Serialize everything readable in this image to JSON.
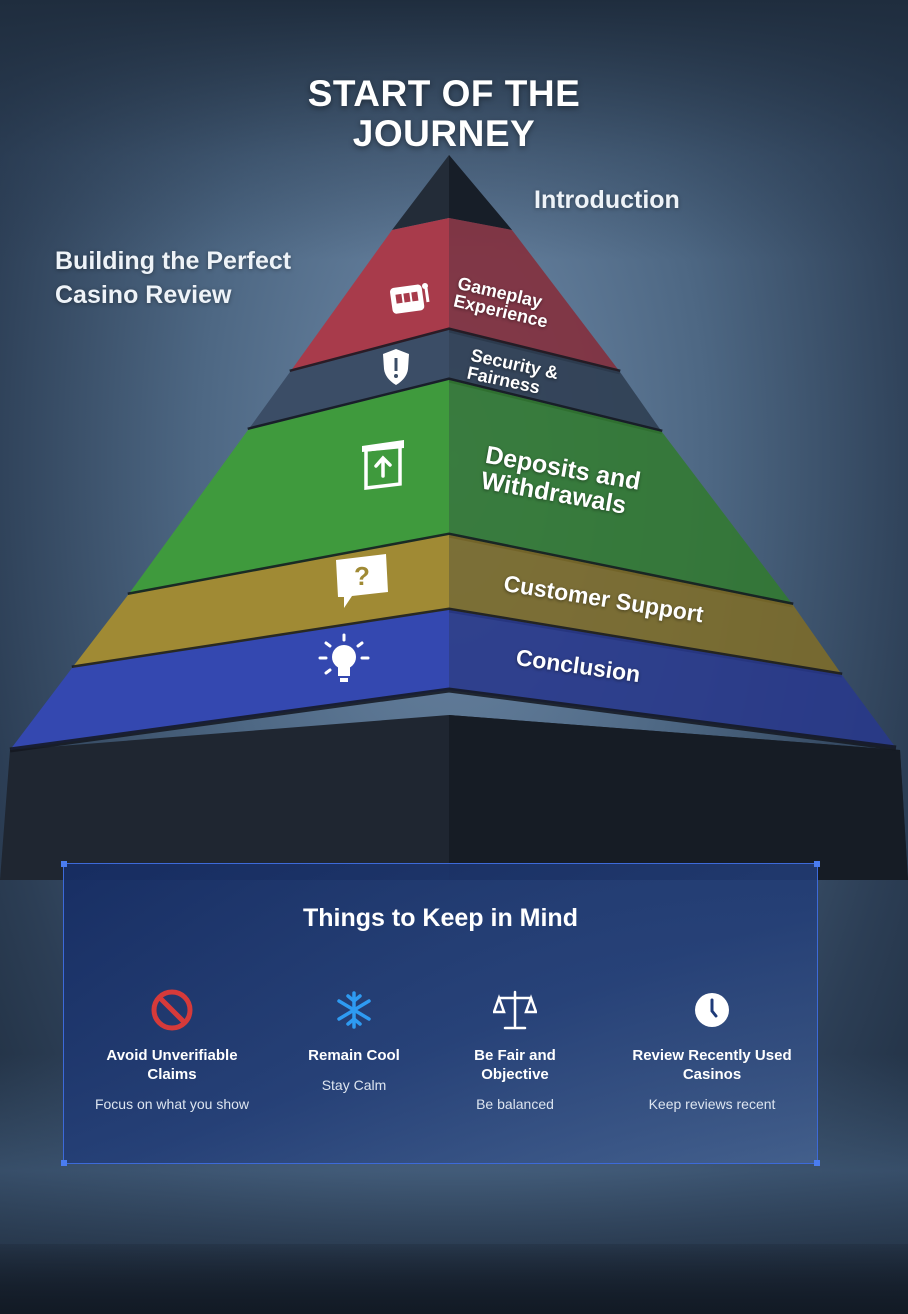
{
  "title": "START OF THE JOURNEY",
  "introduction_label": "Introduction",
  "side_label": "Building the Perfect Casino Review",
  "levels": [
    {
      "label": "Gameplay Experience",
      "color": "#a83b4b",
      "icon": "slot-machine-icon"
    },
    {
      "label": "Security & Fairness",
      "color": "#3b4d66",
      "icon": "shield-icon"
    },
    {
      "label": "Deposits and Withdrawals",
      "color": "#3f9a3d",
      "icon": "deposit-icon"
    },
    {
      "label": "Customer Support",
      "color": "#a08a34",
      "icon": "question-chat-icon"
    },
    {
      "label": "Conclusion",
      "color": "#3448b0",
      "icon": "lightbulb-icon"
    }
  ],
  "panel": {
    "title": "Things to Keep in Mind",
    "items": [
      {
        "heading": "Avoid Unverifiable Claims",
        "sub": "Focus on what you show",
        "icon": "prohibited-icon",
        "color": "#d63a3a"
      },
      {
        "heading": "Remain Cool",
        "sub": "Stay Calm",
        "icon": "snowflake-icon",
        "color": "#2e9bf2"
      },
      {
        "heading": "Be Fair and Objective",
        "sub": "Be balanced",
        "icon": "scales-icon",
        "color": "#ffffff"
      },
      {
        "heading": "Review Recently Used Casinos",
        "sub": "Keep reviews recent",
        "icon": "clock-icon",
        "color": "#ffffff"
      }
    ]
  }
}
